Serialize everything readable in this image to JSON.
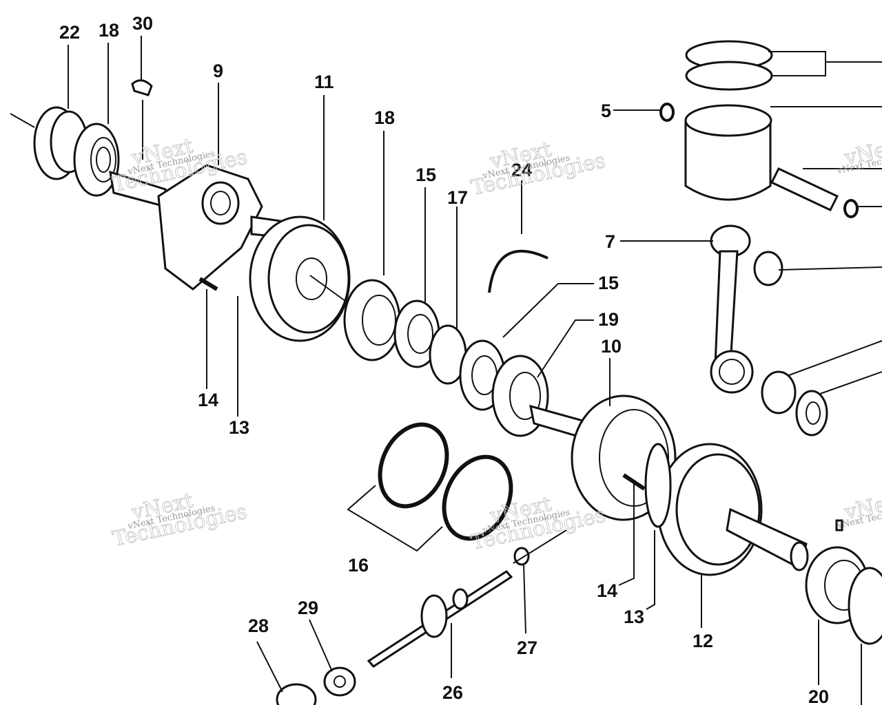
{
  "callouts": {
    "c5": "5",
    "c7": "7",
    "c9": "9",
    "c10": "10",
    "c11": "11",
    "c12": "12",
    "c13a": "13",
    "c13b": "13",
    "c14a": "14",
    "c14b": "14",
    "c15a": "15",
    "c15b": "15",
    "c16": "16",
    "c17": "17",
    "c18a": "18",
    "c18b": "18",
    "c19": "19",
    "c20": "20",
    "c22": "22",
    "c24": "24",
    "c26": "26",
    "c27": "27",
    "c28": "28",
    "c29": "29",
    "c30": "30"
  },
  "watermark": {
    "brand": "vNext",
    "company": "Technologies",
    "caption": "vNext Technologies"
  }
}
